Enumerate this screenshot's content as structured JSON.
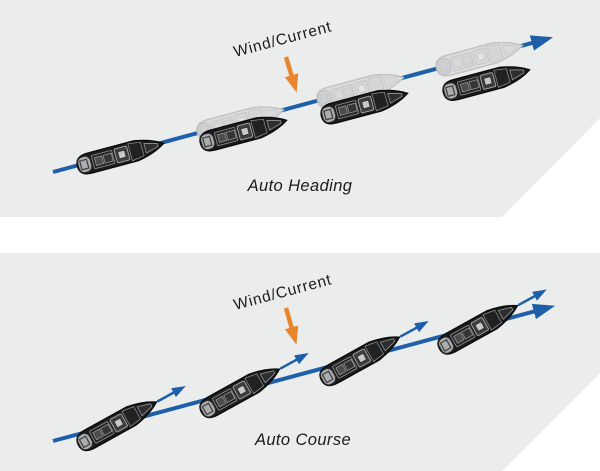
{
  "diagram": {
    "top_panel": {
      "wind_label": "Wind/Current",
      "caption": "Auto Heading",
      "dark_boat_count": 4,
      "ghost_boat_count": 3
    },
    "bottom_panel": {
      "wind_label": "Wind/Current",
      "caption": "Auto Course",
      "dark_boat_count": 4
    },
    "colors": {
      "panel_background": "#ebecec",
      "track_blue": "#1d5fa8",
      "wind_orange": "#e8862d",
      "label_text": "#1c1d1e"
    }
  }
}
